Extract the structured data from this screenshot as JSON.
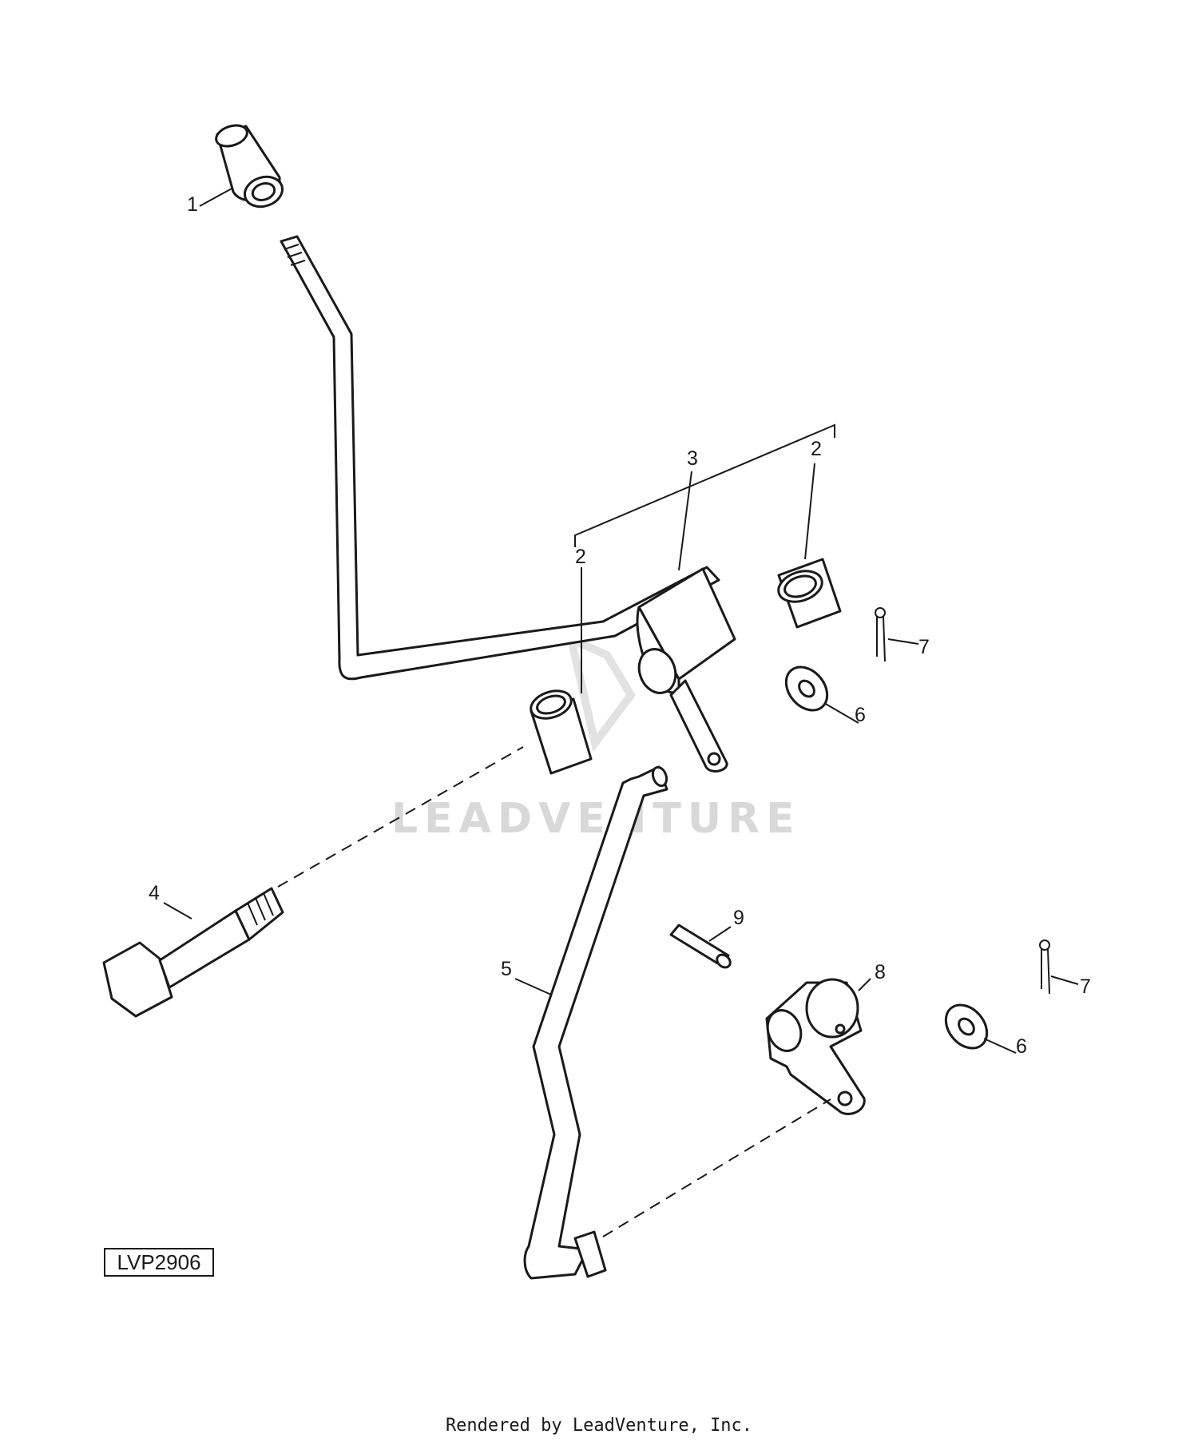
{
  "diagram": {
    "figure_id": "LVP2906",
    "watermark": "LEADVENTURE",
    "callouts": {
      "c1": "1",
      "c2a": "2",
      "c2b": "2",
      "c3": "3",
      "c4": "4",
      "c5": "5",
      "c6a": "6",
      "c6b": "6",
      "c7a": "7",
      "c7b": "7",
      "c8": "8",
      "c9": "9"
    }
  },
  "footer": {
    "text": "Rendered by LeadVenture, Inc."
  }
}
